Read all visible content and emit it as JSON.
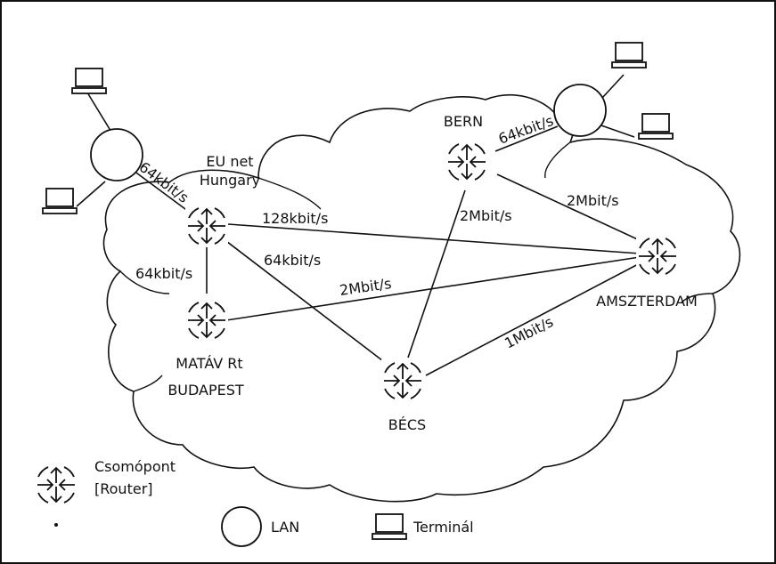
{
  "nodes": {
    "eu_net": {
      "label_line1": "EU net",
      "label_line2": "Hungary"
    },
    "matav": {
      "label_line1": "MATÁV Rt",
      "label_line2": "BUDAPEST"
    },
    "becs": {
      "label": "BÉCS"
    },
    "bern": {
      "label": "BERN"
    },
    "amszterdam": {
      "label": "AMSZTERDAM"
    }
  },
  "links": {
    "lan_left_eu": "64kbit/s",
    "eu_amszterdam": "128kbit/s",
    "eu_becs": "64kbit/s",
    "eu_matav": "64kbit/s",
    "matav_amszterdam": "2Mbit/s",
    "becs_bern": "2Mbit/s",
    "bern_amszterdam": "2Mbit/s",
    "becs_amszterdam": "1Mbit/s",
    "bern_lan": "64kbit/s"
  },
  "legend": {
    "router_line1": "Csomópont",
    "router_line2": "[Router]",
    "lan": "LAN",
    "terminal": "Terminál"
  }
}
